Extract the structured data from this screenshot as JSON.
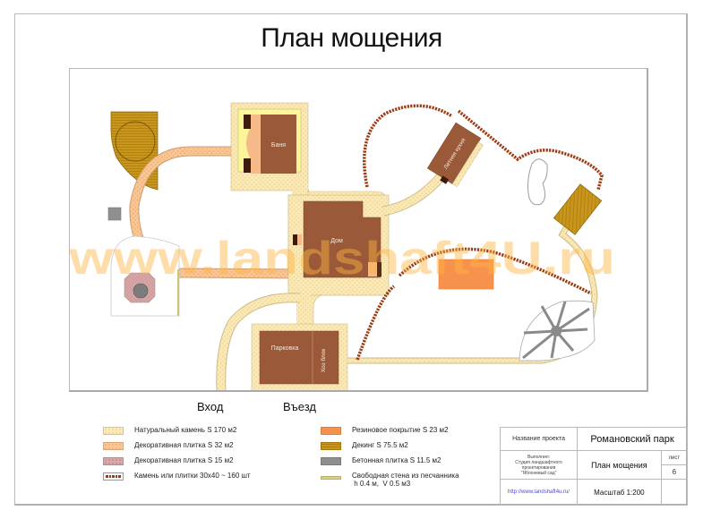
{
  "title": "План мощения",
  "plan": {
    "labels": {
      "banya": "Баня",
      "house": "Дом",
      "summer_kitchen": "Летняя кухня",
      "parking": "Парковка",
      "utility_block": "Хоз блок"
    },
    "watermark": "www.landshaft4U.ru",
    "entrances": {
      "entry": "Вход",
      "drive_in": "Въезд"
    }
  },
  "legend": {
    "left": [
      {
        "label": "Натуральный камень S 170 м2",
        "swatch": "natural-stone",
        "color": "#fbeab8"
      },
      {
        "label": "Декоративная плитка S 32 м2",
        "swatch": "decorative-tile-orange",
        "color": "#f9c896"
      },
      {
        "label": "Декоративная плитка S 15 м2",
        "swatch": "decorative-tile-pink",
        "color": "#d8a8a8"
      },
      {
        "label": "Камень или плитки 30x40 ~ 160 шт",
        "swatch": "stepping-stones",
        "color": "#9c3a12"
      }
    ],
    "right": [
      {
        "label": "Резиновое покрытие S 23 м2",
        "swatch": "rubber",
        "color": "#f7924e"
      },
      {
        "label": "Декинг S 75.5 м2",
        "swatch": "decking",
        "color": "#c8961c"
      },
      {
        "label": "Бетонная плитка S 11.5 м2",
        "swatch": "concrete",
        "color": "#8f8f8f"
      },
      {
        "label_line1": "Свободная стена из песчанника",
        "label_line2": " h 0.4 м,  V 0.5 м3",
        "swatch": "sandstone-wall",
        "color": "#d5cf8a"
      }
    ]
  },
  "title_block": {
    "project_name_label": "Название проекта",
    "project_name": "Романовский парк",
    "author_line1": "Выполнил:",
    "author_line2": "Студия ландшафтного",
    "author_line3": "проектирования",
    "author_line4": "\"Яблоневый сад\"",
    "sheet_title": "План мощения",
    "sheet_label": "лист",
    "sheet_number": "6",
    "url": "http://www.landshaft4u.ru/",
    "scale": "Масштаб 1:200"
  },
  "colors": {
    "natural_stone": "#fbeab8",
    "building": "#9a5a3a",
    "decking": "#c8961c",
    "rubber": "#f7924e",
    "stones": "#9c3a12",
    "url": "#4a4ad8"
  }
}
